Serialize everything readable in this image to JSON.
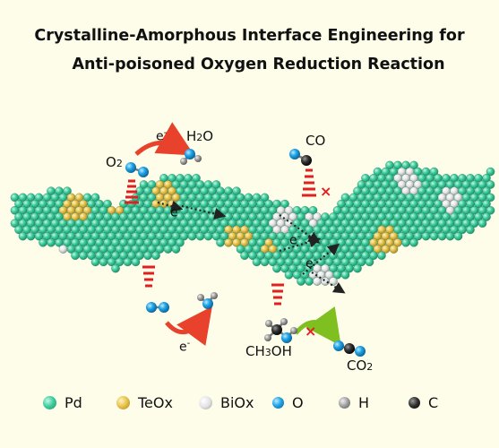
{
  "title_line1": "Crystalline-Amorphous Interface Engineering for",
  "title_line2": "Anti-poisoned Oxygen Reduction Reaction",
  "labels": {
    "electron": "e",
    "electron_sup": "-",
    "o2_main": "O",
    "o2_sub": "2",
    "h2o_h": "H",
    "h2o_sub": "2",
    "h2o_o": "O",
    "co": "CO",
    "ch3oh_a": "CH",
    "ch3oh_sub": "3",
    "ch3oh_b": "OH",
    "co2_main": "CO",
    "co2_sub": "2",
    "blocked": "×"
  },
  "legend": [
    {
      "label": "Pd",
      "color": "#3fcf9f"
    },
    {
      "label": "TeOx",
      "color": "#e9c44e"
    },
    {
      "label": "BiOx",
      "color": "#e4e4e4"
    },
    {
      "label": "O",
      "color": "#1ea4e6"
    },
    {
      "label": "H",
      "color": "#9a9a9a"
    },
    {
      "label": "C",
      "color": "#333333"
    }
  ],
  "colors": {
    "pd": "#3fcf9f",
    "teox": "#e9c44e",
    "biox": "#e4e4e4",
    "oxygen": "#1ea4e6",
    "hydrogen": "#9a9a9a",
    "carbon": "#333333",
    "arrow_red": "#e8412c",
    "arrow_green": "#7fbf1f",
    "dash_red": "#e02020"
  }
}
